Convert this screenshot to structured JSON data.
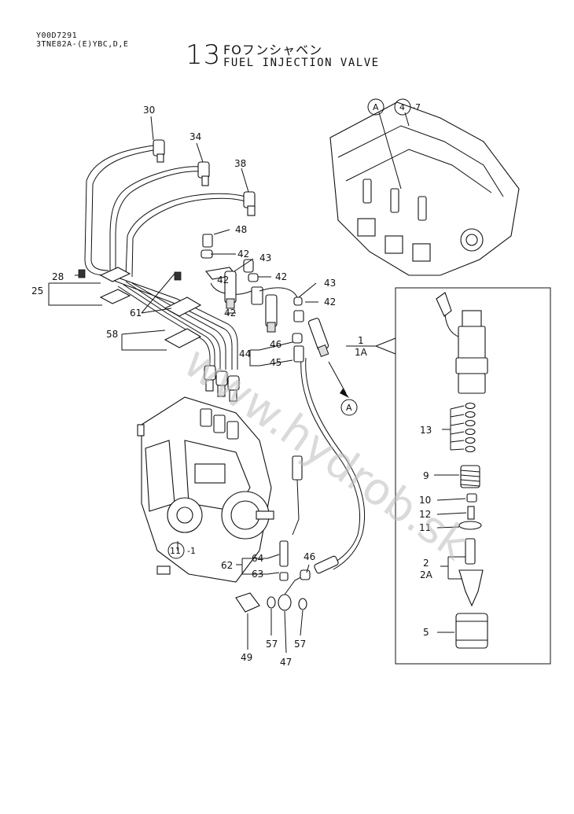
{
  "header": {
    "code": "Y00D7291",
    "model": "3TNE82A-(E)YBC,D,E",
    "section_number": "13",
    "title_jp": "FOフンシャベン",
    "title_en": "FUEL INJECTION VALVE"
  },
  "watermark": "www.hydrob.sk",
  "callouts": {
    "c1": "1",
    "c1a": "1A",
    "c2": "2",
    "c2a": "2A",
    "c5": "5",
    "c9": "9",
    "c10": "10",
    "c11": "11",
    "c12": "12",
    "c13": "13",
    "c25": "25",
    "c28": "28",
    "c30": "30",
    "c34": "34",
    "c38": "38",
    "c42a": "42",
    "c42b": "42",
    "c42c": "42",
    "c42d": "42",
    "c42e": "42",
    "c43a": "43",
    "c43b": "43",
    "c44": "44",
    "c45": "45",
    "c46a": "46",
    "c46b": "46",
    "c47": "47",
    "c48": "48",
    "c49": "49",
    "c57a": "57",
    "c57b": "57",
    "c58": "58",
    "c61": "61",
    "c62": "62",
    "c63": "63",
    "c64": "64"
  },
  "circled_refs": {
    "ref_a_top": "A",
    "ref_a_bottom": "A",
    "ref_4": "4",
    "ref_4_suffix": "-7",
    "ref_11": "11",
    "ref_11_suffix": "-1"
  }
}
